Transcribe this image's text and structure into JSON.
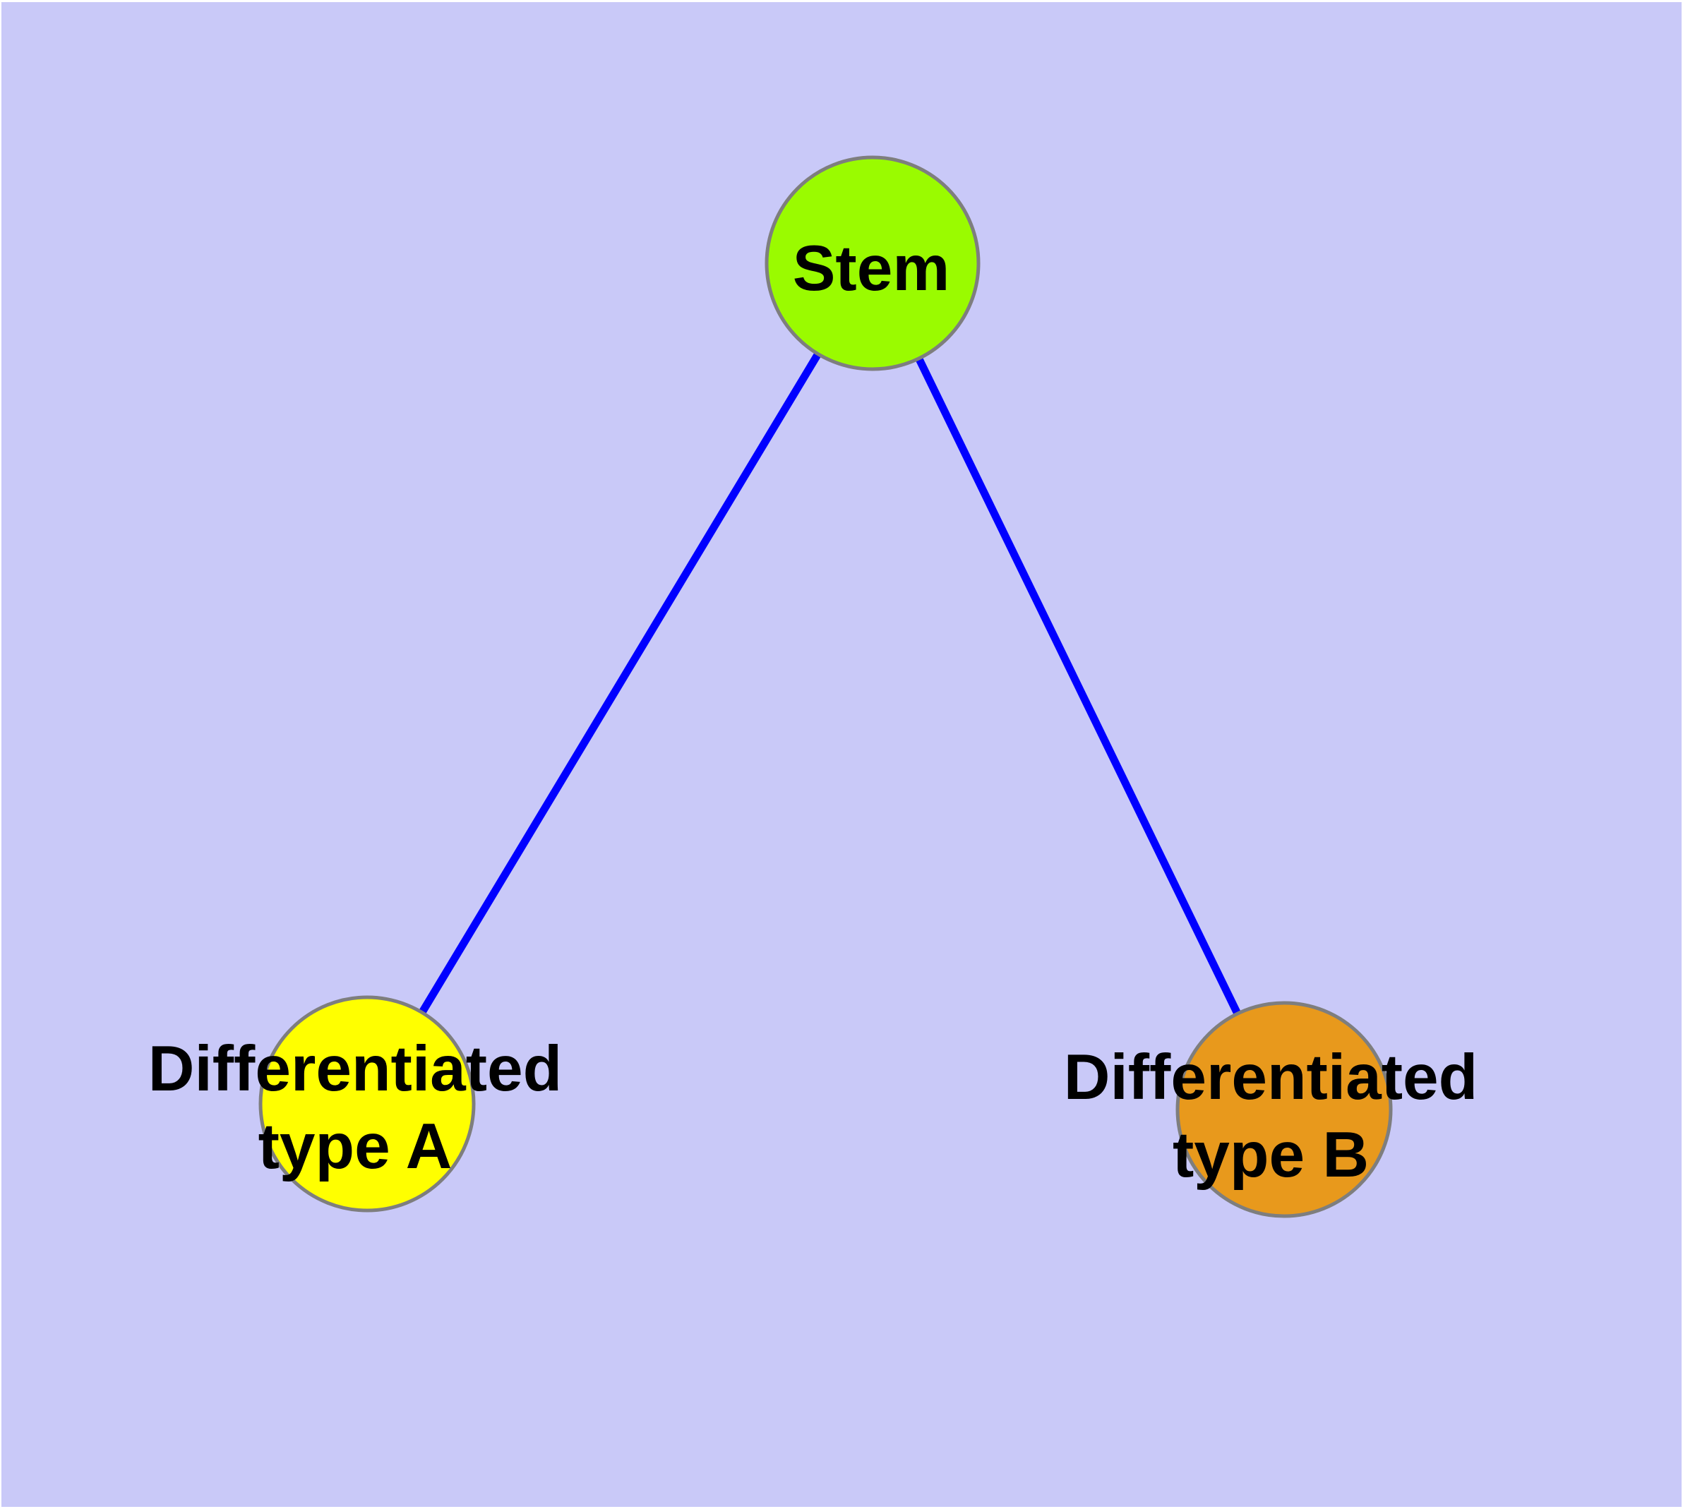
{
  "diagram": {
    "type": "node-link-graph",
    "node_shape": "circle",
    "nodes": {
      "stem": {
        "label": "Stem",
        "lines": [
          "Stem"
        ],
        "fill": "#9AFB00"
      },
      "type_a": {
        "label": "Differentiated type A",
        "lines": [
          "Differentiated",
          "type A"
        ],
        "fill": "#FFFF00"
      },
      "type_b": {
        "label": "Differentiated type B",
        "lines": [
          "Differentiated",
          "type B"
        ],
        "fill": "#E8991C"
      }
    },
    "edges": [
      {
        "from": "Stem",
        "to": "Differentiated type A"
      },
      {
        "from": "Stem",
        "to": "Differentiated type B"
      }
    ],
    "colors": {
      "background": "#C9C9F8",
      "frame": "#FFFFFF",
      "edge": "#0000FF",
      "node_border": "#7E7E7E",
      "label_text": "#000000"
    }
  }
}
